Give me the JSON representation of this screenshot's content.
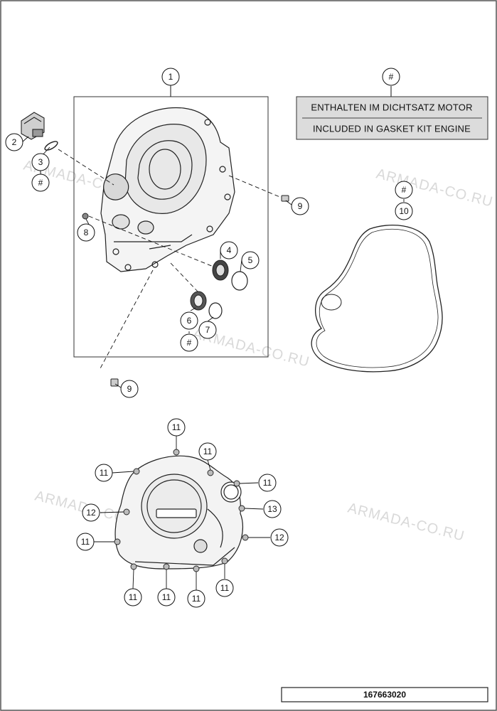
{
  "legend": {
    "symbol": "#",
    "line_de": "ENTHALTEN IM DICHTSATZ MOTOR",
    "line_en": "INCLUDED IN GASKET KIT ENGINE"
  },
  "watermarks": [
    "ARMADA-CO.RU",
    "ARMADA-CO.RU",
    "ARMADA-CO.RU",
    "ARMADA-CO.RU",
    "ARMADA-CO.RU"
  ],
  "callouts": {
    "c1": "1",
    "c2": "2",
    "c3": "3",
    "c3h": "#",
    "c4": "4",
    "c5": "5",
    "c6": "6",
    "c7": "7",
    "c67h": "#",
    "c8": "8",
    "c9a": "9",
    "c9b": "9",
    "c10": "10",
    "c10h": "#",
    "b11a": "11",
    "b11b": "11",
    "b11c": "11",
    "b11d": "11",
    "b11e": "11",
    "b11f": "11",
    "b11g": "11",
    "b11h": "11",
    "b11i": "11",
    "b12a": "12",
    "b12b": "12",
    "b13": "13"
  },
  "document_number": "167663020"
}
